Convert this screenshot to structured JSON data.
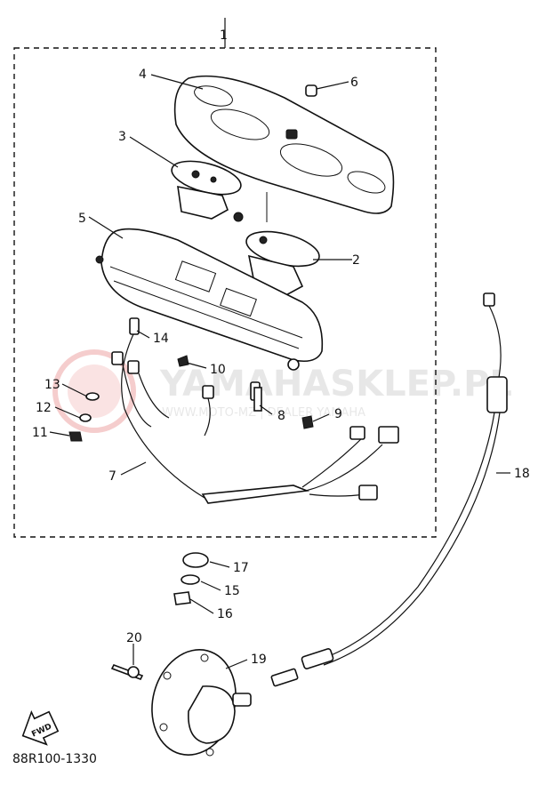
{
  "diagram": {
    "code": "88R100-1330",
    "front_marker": "FWD",
    "group_marker": "1",
    "watermark": {
      "main": "YAMAHASKLEP.PL",
      "sub": "WWW.MOTO-MZ | DEALER YAMAHA"
    },
    "callouts": [
      "1",
      "2",
      "3",
      "4",
      "5",
      "6",
      "7",
      "8",
      "9",
      "10",
      "11",
      "12",
      "13",
      "14",
      "15",
      "16",
      "17",
      "18",
      "19",
      "20"
    ]
  }
}
